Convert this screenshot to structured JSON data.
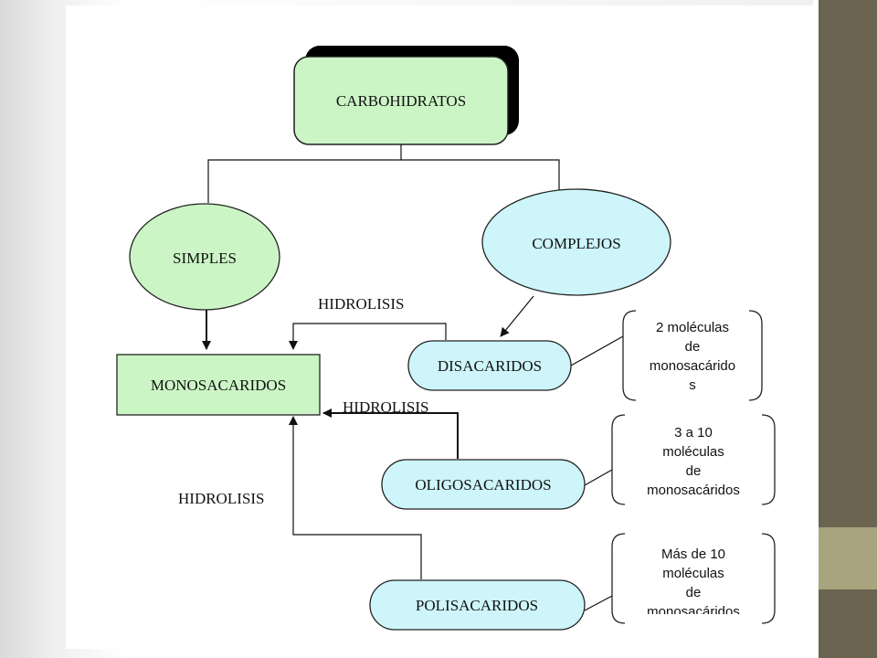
{
  "colors": {
    "green_fill": "#ccf5c6",
    "cyan_fill": "#cdf5fa",
    "stroke": "#222222",
    "side_bar_dark": "#6b6450",
    "side_bar_light": "#a8a47e"
  },
  "diagram": {
    "root": "CARBOHIDRATOS",
    "simples": "SIMPLES",
    "complejos": "COMPLEJOS",
    "monosacaridos": "MONOSACARIDOS",
    "disacaridos": "DISACARIDOS",
    "oligosacaridos": "OLIGOSACARIDOS",
    "polisacaridos": "POLISACARIDOS",
    "hidrolisis_1": "HIDROLISIS",
    "hidrolisis_2": "HIDROLISIS",
    "hidrolisis_3": "HIDROLISIS",
    "note_disacaridos": [
      "2 moléculas",
      "de",
      "monosacárido",
      "s"
    ],
    "note_oligosacaridos": [
      "3 a 10",
      "moléculas",
      "de",
      "monosacáridos"
    ],
    "note_polisacaridos": [
      "Más de 10",
      "moléculas",
      "de",
      "monosacáridos"
    ]
  }
}
